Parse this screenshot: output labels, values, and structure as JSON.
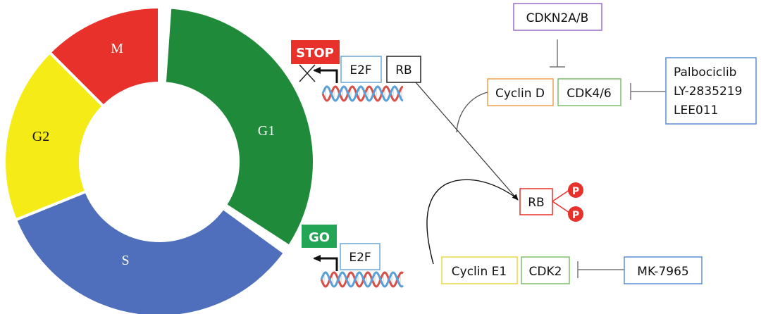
{
  "colors": {
    "g1": "#1e8a3a",
    "s": "#4f6fbd",
    "g2": "#f5eb16",
    "m": "#e8312a",
    "stop": "#e8312a",
    "go": "#23a556",
    "e2f_border": "#6aa7d6",
    "rb_border": "#222222",
    "cyclin_d_border": "#f0a050",
    "cdk46_border": "#7dbf6a",
    "cdkn2ab_border": "#9c6fc6",
    "inhibitor_border": "#5b8fd6",
    "cyclin_e1_border": "#e8d84a",
    "cdk2_border": "#7dbf6a",
    "rbp_border": "#e8312a",
    "phospho": "#e8312a"
  },
  "cycle": {
    "g1": "G1",
    "s": "S",
    "g2": "G2",
    "m": "M"
  },
  "stop_label": "STOP",
  "go_label": "GO",
  "top_dna": {
    "e2f": "E2F",
    "rb": "RB"
  },
  "bottom_dna": {
    "e2f": "E2F"
  },
  "cdkn2ab": "CDKN2A/B",
  "cyclin_d": "Cyclin D",
  "cdk46": "CDK4/6",
  "cdk46_inhibitors": [
    "Palbociclib",
    "LY-2835219",
    "LEE011"
  ],
  "rb_phospho": {
    "rb": "RB",
    "p": "P"
  },
  "cyclin_e1": "Cyclin E1",
  "cdk2": "CDK2",
  "cdk2_inhibitor": "MK-7965"
}
